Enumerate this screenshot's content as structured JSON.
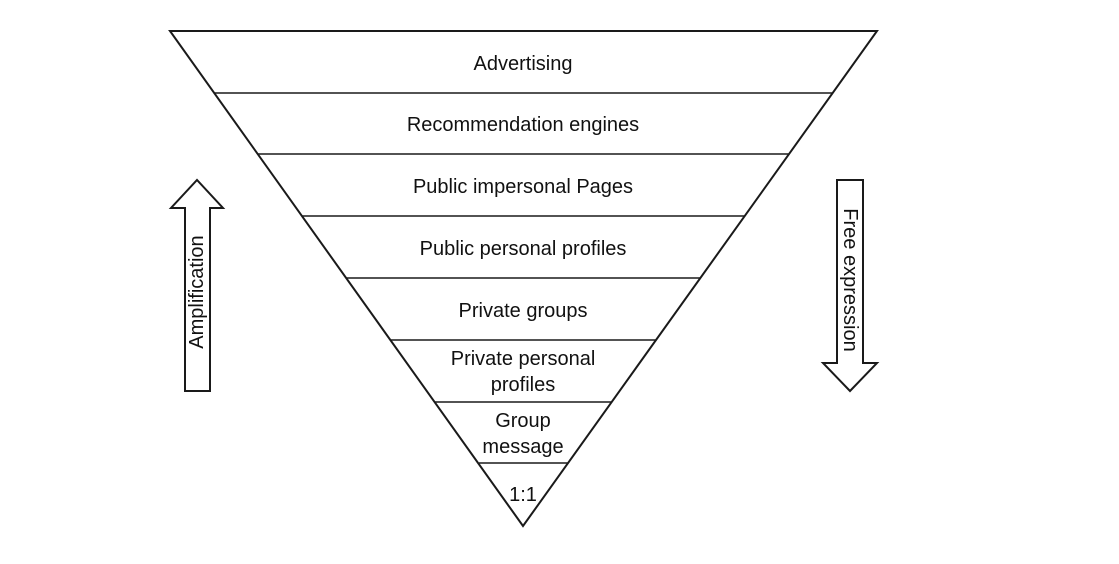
{
  "pyramid": {
    "layers": [
      {
        "lines": [
          "Advertising"
        ]
      },
      {
        "lines": [
          "Recommendation engines"
        ]
      },
      {
        "lines": [
          "Public impersonal Pages"
        ]
      },
      {
        "lines": [
          "Public personal profiles"
        ]
      },
      {
        "lines": [
          "Private groups"
        ]
      },
      {
        "lines": [
          "Private personal",
          "profiles"
        ]
      },
      {
        "lines": [
          "Group",
          "message"
        ]
      },
      {
        "lines": [
          "1:1"
        ]
      }
    ]
  },
  "arrows": {
    "left": {
      "label": "Amplification",
      "direction": "up"
    },
    "right": {
      "label": "Free expression",
      "direction": "down"
    }
  }
}
